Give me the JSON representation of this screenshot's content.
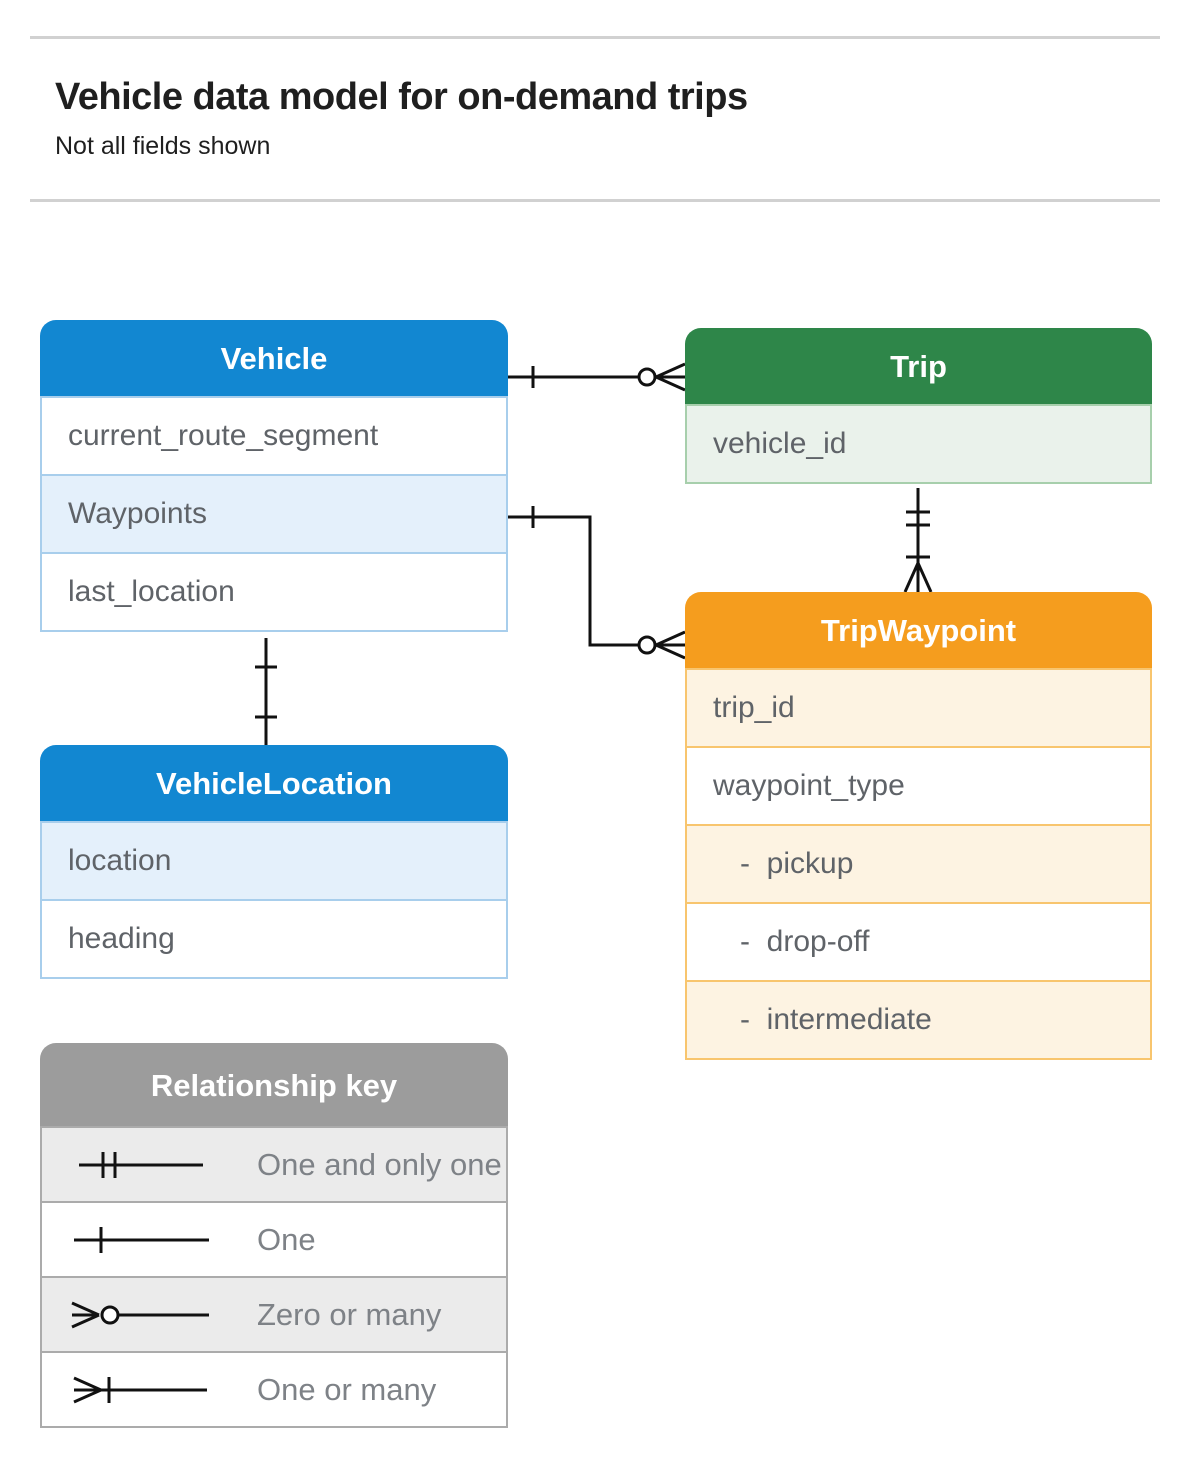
{
  "page": {
    "title": "Vehicle data model for on-demand trips",
    "subtitle": "Not all fields shown"
  },
  "colors": {
    "connector": "#111111",
    "divider": "#D1D1D1",
    "field_text": "#5F6368",
    "key_text": "#7E8287",
    "blue_header": "#1287D1",
    "green_header": "#2E8649",
    "orange_header": "#F59D1E",
    "gray_header": "#9C9C9C"
  },
  "entities": [
    {
      "title": "Vehicle",
      "colors": {
        "header": "#1287D1",
        "tint": "#E4F0FB",
        "border": "#A8CEEC"
      },
      "fields": [
        {
          "label": "current_route_segment"
        },
        {
          "label": "Waypoints",
          "tinted": true
        },
        {
          "label": "last_location"
        }
      ]
    },
    {
      "title": "Trip",
      "colors": {
        "header": "#2E8649",
        "tint": "#EAF2EB",
        "border": "#A7CFAC"
      },
      "fields": [
        {
          "label": "vehicle_id",
          "tinted": true
        }
      ]
    },
    {
      "title": "TripWaypoint",
      "colors": {
        "header": "#F59D1E",
        "tint": "#FDF3E2",
        "border": "#F8C56E"
      },
      "fields": [
        {
          "label": "trip_id",
          "tinted": true
        },
        {
          "label": "waypoint_type"
        },
        {
          "label": "-  pickup",
          "tinted": true
        },
        {
          "label": "-  drop-off"
        },
        {
          "label": "-  intermediate",
          "tinted": true
        }
      ]
    },
    {
      "title": "VehicleLocation",
      "colors": {
        "header": "#1287D1",
        "tint": "#E4F0FB",
        "border": "#A8CEEC"
      },
      "fields": [
        {
          "label": "location",
          "tinted": true
        },
        {
          "label": "heading"
        }
      ]
    }
  ],
  "relationship_key": {
    "title": "Relationship key",
    "colors": {
      "header": "#9C9C9C",
      "tint": "#EBEBEB",
      "border": "#ABABAB"
    },
    "rows": [
      {
        "symbol": "one-and-only-one",
        "label": "One and only one"
      },
      {
        "symbol": "one",
        "label": "One"
      },
      {
        "symbol": "zero-or-many",
        "label": "Zero or many"
      },
      {
        "symbol": "one-or-many",
        "label": "One or many"
      }
    ]
  },
  "relationships": [
    {
      "from": "Vehicle",
      "to": "Trip",
      "from_cardinality": "one",
      "to_cardinality": "zero-or-many"
    },
    {
      "from": "Vehicle.Waypoints",
      "to": "TripWaypoint",
      "from_cardinality": "one",
      "to_cardinality": "zero-or-many"
    },
    {
      "from": "Trip",
      "to": "TripWaypoint",
      "from_cardinality": "one-and-only-one",
      "to_cardinality": "one-or-many"
    },
    {
      "from": "Vehicle",
      "to": "VehicleLocation",
      "from_cardinality": "one",
      "to_cardinality": "one"
    }
  ]
}
